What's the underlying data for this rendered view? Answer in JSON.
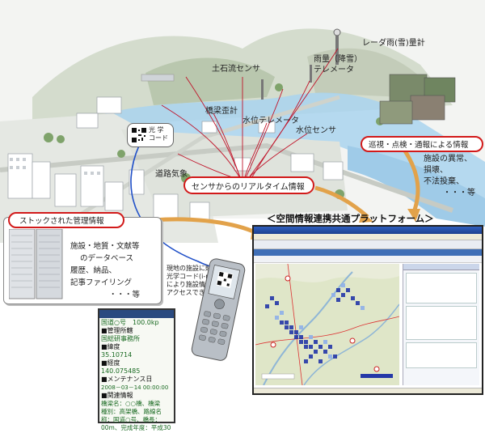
{
  "sensors": {
    "radar": "レーダ雨(雪)量計",
    "rain_telemeter_1": "雨量（降雪）",
    "rain_telemeter_2": "テレメータ",
    "debris_sensor": "土石流センサ",
    "bridge_strain": "橋梁歪計",
    "water_telemeter": "水位テレメータ",
    "water_sensor": "水位センサ",
    "road_weather": "道路気象",
    "qr_label_1": "光 学",
    "qr_label_2": "コード"
  },
  "realtime_label": "センサからのリアルタイム情報",
  "patrol": {
    "title": "巡視・点検・通報による情報",
    "lines": [
      "施設の異常、",
      "損壊、",
      "不法投棄、",
      "・・・等"
    ]
  },
  "stock": {
    "title": "ストックされた管理情報",
    "lines": [
      "施設・地質・文献等",
      "のデータベース",
      "履歴、納品、",
      "記事ファイリング",
      "・・・等"
    ]
  },
  "platform_title": "＜空間情報連携共通プラットフォーム＞",
  "phone_caption": [
    "現地の施設に貼付けた",
    "光学コード(i-mode)等",
    "により施設情報に",
    "アクセスできる。"
  ],
  "phone_screen": {
    "rows": [
      "国道○号　100.0kp",
      "■管理所轄",
      "国総研事務所",
      "■緯度",
      "35.10714",
      "■経度",
      "140.075485",
      "■メンテナンス日",
      "2008－03－14 00:00:00",
      "■関連情報",
      "橋梁名：○○橋、橋梁",
      "種別：高架橋、路線名",
      "称：国道○号、橋長：",
      "00m、完成年度：平成30"
    ]
  },
  "colors": {
    "callout_red": "#d21a1a",
    "sensor_line": "#c0142a",
    "platform_arrow": "#e2a24a",
    "qr_line": "#2050c8"
  }
}
